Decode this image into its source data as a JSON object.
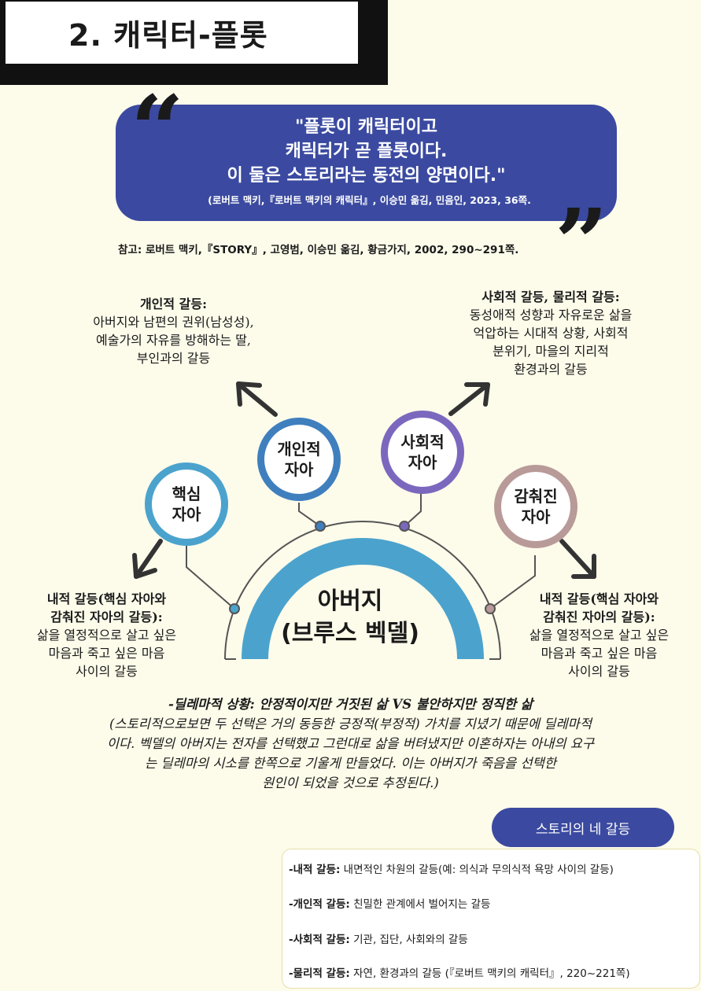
{
  "header": {
    "title": "2. 캐릭터-플롯"
  },
  "quote": {
    "lines": [
      "\"플롯이 캐릭터이고",
      "캐릭터가 곧 플롯이다.",
      "이 둘은 스토리라는 동전의 양면이다.\""
    ],
    "source": "(로버트 맥키,『로버트 맥키의 캐릭터』, 이승민 옮김, 민음인, 2023, 36쪽."
  },
  "reference": "참고: 로버트 맥키,『STORY』, 고영범, 이승민 옮김, 황금가지, 2002, 290~291쪽.",
  "diagram": {
    "center": {
      "line1": "아버지",
      "line2": "(브루스 벡델)"
    },
    "nodes": {
      "core": {
        "line1": "핵심",
        "line2": "자아",
        "color": "#4ba3cd"
      },
      "personal": {
        "line1": "개인적",
        "line2": "자아",
        "color": "#3f7fbe"
      },
      "social": {
        "line1": "사회적",
        "line2": "자아",
        "color": "#7b68be"
      },
      "hidden": {
        "line1": "감춰진",
        "line2": "자아",
        "color": "#b89a98"
      }
    },
    "annotations": {
      "personal": {
        "heading": "개인적 갈등:",
        "lines": [
          "아버지와 남편의 권위(남성성),",
          "예술가의 자유를 방해하는 딸,",
          "부인과의 갈등"
        ]
      },
      "social": {
        "heading": "사회적 갈등, 물리적 갈등:",
        "lines": [
          "동성애적 성향과 자유로운 삶을",
          "억압하는 시대적 상황, 사회적",
          "분위기, 마을의 지리적",
          "환경과의 갈등"
        ]
      },
      "inner_left": {
        "heading_lines": [
          "내적 갈등(핵심 자아와",
          "감춰진 자아의 갈등):"
        ],
        "lines": [
          "삶을 열정적으로 살고 싶은",
          "마음과 죽고 싶은 마음",
          "사이의 갈등"
        ]
      },
      "inner_right": {
        "heading_lines": [
          "내적 갈등(핵심 자아와",
          "감춰진 자아의 갈등):"
        ],
        "lines": [
          "삶을 열정적으로 살고 싶은",
          "마음과 죽고 싶은 마음",
          "사이의 갈등"
        ]
      }
    }
  },
  "dilemma": {
    "heading": "-딜레마적 상황: 안정적이지만 거짓된 삶 VS 불안하지만 정직한 삶",
    "lines": [
      "(스토리적으로보면 두 선택은 거의 동등한 긍정적(부정적) 가치를 지녔기 때문에 딜레마적",
      "이다. 벡델의 아버지는 전자를 선택했고 그런대로 삶을 버텨냈지만 이혼하자는 아내의 요구",
      "는 딜레마의 시소를 한쪽으로 기울게 만들었다. 이는 아버지가 죽음을 선택한",
      "원인이 되었을 것으로 추정된다.)"
    ]
  },
  "four_conflicts": {
    "title": "스토리의 네 갈등",
    "items": [
      {
        "label": "-내적 갈등:",
        "text": " 내면적인 차원의 갈등(예: 의식과 무의식적 욕망 사이의 갈등)"
      },
      {
        "label": "-개인적 갈등:",
        "text": " 친밀한 관계에서 벌어지는 갈등"
      },
      {
        "label": "-사회적 갈등:",
        "text": " 기관, 집단, 사회와의 갈등"
      },
      {
        "label": "-물리적 갈등:",
        "text": " 자연, 환경과의 갈등 (『로버트 맥키의 캐릭터』, 220~221쪽)"
      }
    ]
  },
  "colors": {
    "navy": "#3b4aa0",
    "arc_blue": "#4ba3cd",
    "background": "#fdfbea"
  }
}
